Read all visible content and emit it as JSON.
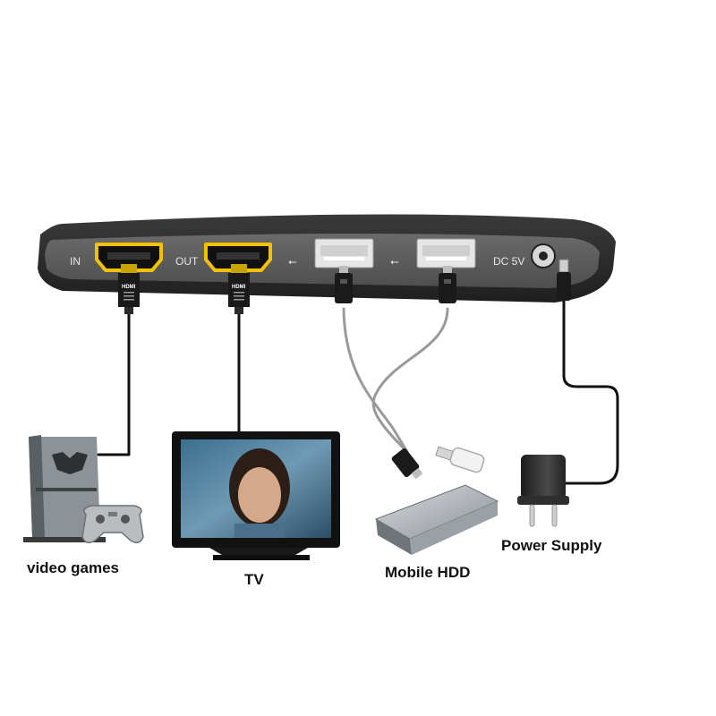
{
  "device": {
    "port_in_label": "IN",
    "port_out_label": "OUT",
    "power_label": "DC 5V",
    "hdmi_plug_text": "HDMI",
    "usb_symbol": "⭠",
    "colors": {
      "body_dark": "#2b2b2b",
      "body_panel": "#5c5c5c",
      "hdmi_gold": "#f2c200",
      "usb_port": "#e6e6e6",
      "cable_black": "#111111",
      "cable_gray": "#9a9a9a"
    }
  },
  "devices": {
    "video_games": "video games",
    "tv": "TV",
    "mobile_hdd": "Mobile HDD",
    "power_supply": "Power Supply"
  }
}
